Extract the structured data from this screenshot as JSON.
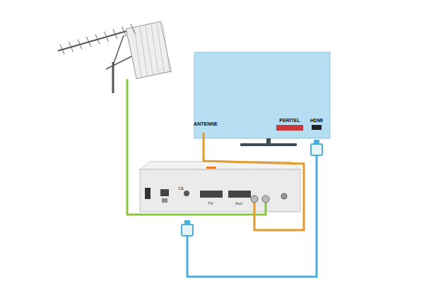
{
  "diagram": {
    "nodes": [
      {
        "text": [
          "ANTENNE"
        ]
      },
      {
        "text": [
          "PERITEL"
        ]
      },
      {
        "text": [
          "HDMI"
        ]
      }
    ],
    "labels": [
      "CE",
      "TV",
      "Aux"
    ]
  }
}
